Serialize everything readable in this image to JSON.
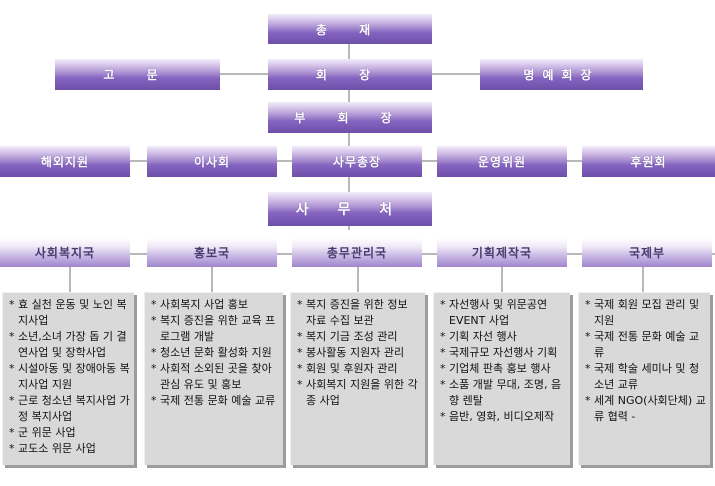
{
  "nodes": {
    "chairman": "총   재",
    "advisor": "고        문",
    "president": "회   장",
    "honorary": "명예회장",
    "vice_president": "부  회  장",
    "overseas": "해외지원",
    "board": "이사회",
    "secretary_general": "사무총장",
    "operations": "운영위원",
    "sponsors": "후원회",
    "secretariat": "사  무  처"
  },
  "departments": [
    {
      "label": "사회복지국",
      "items": [
        "효 실천 운동 및 노인 복지사업",
        "소년,소녀 가장 돕 기 결연사업 및 장학사업",
        "시설아동 및 장애아동 복지사업 지원",
        "근로 청소년 복지사업 가정 복지사업",
        "군 위문 사업",
        "교도소 위문 사업"
      ]
    },
    {
      "label": "홍보국",
      "items": [
        "사회복지 사업 홍보",
        "복지  증진을 위한 교육 프로그램 개발",
        "청소년 문화 활성화 지원",
        "사회적 소외된 곳을 찾아 관심 유도 및 홍보",
        "국제 전통 문화 예술 교류"
      ]
    },
    {
      "label": "총무관리국",
      "items": [
        "복지 증진을 위한 정보 자료 수집 보관",
        "복지 기금 조성 관리",
        "봉사활동 지원자 관리",
        "회원 및 후원자 관리",
        "사회복지 지원을 위한 각종 사업"
      ]
    },
    {
      "label": "기획제작국",
      "items": [
        "자선행사 및 위문공연 EVENT 사업",
        "기획 자선 행사",
        "국제규모 자선행사 기획",
        "기업체 판촉 홍보 행사",
        "소품 개발 무대, 조명, 음향 렌탈",
        "음반, 영화, 비디오제작"
      ]
    },
    {
      "label": "국제부",
      "items": [
        "국제 회원 모집 관리 및 지원",
        "국제 전통 문화 예술 교류",
        "국제 학술 세미나 및 청소년 교류",
        "세계 NGO(사회단체) 교류 협력     -"
      ]
    }
  ]
}
